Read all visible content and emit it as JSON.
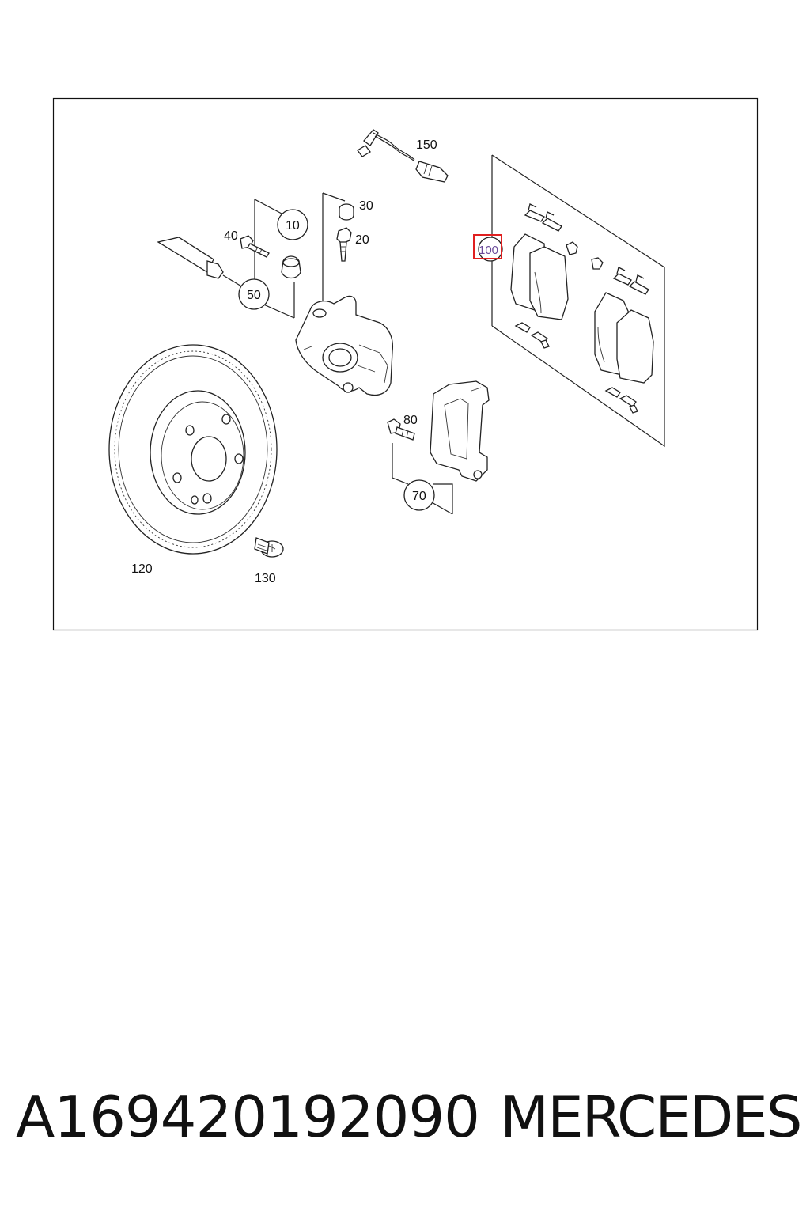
{
  "diagram": {
    "callouts": {
      "c150": "150",
      "c30": "30",
      "c10": "10",
      "c40": "40",
      "c20": "20",
      "c50": "50",
      "c100": "100",
      "c80": "80",
      "c70": "70",
      "c120": "120",
      "c130": "130"
    },
    "highlight_color": "#e02020",
    "highlighted_callout": "100"
  },
  "caption": {
    "part_number": "A169420192090",
    "brand": "MERCEDES"
  }
}
